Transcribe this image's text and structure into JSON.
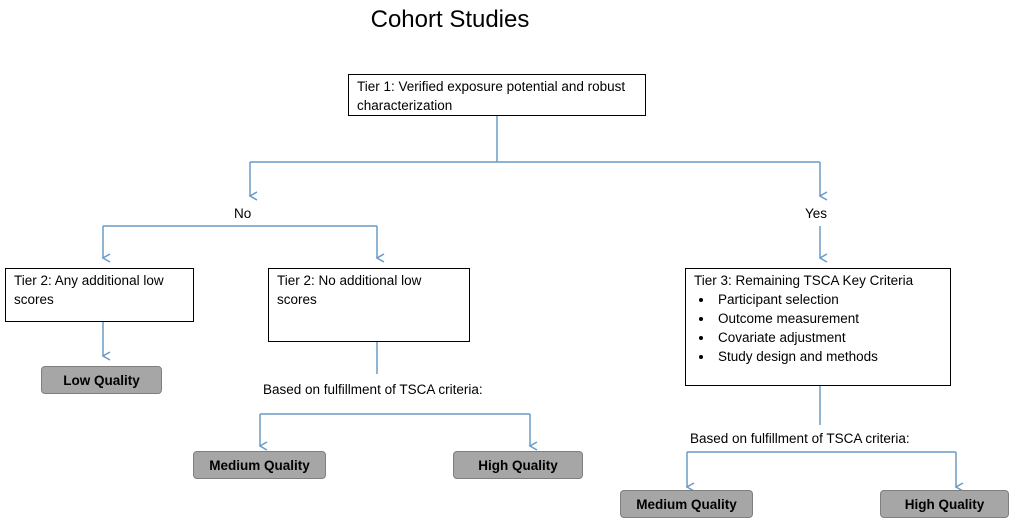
{
  "title": "Cohort Studies",
  "tier1": "Tier 1:  Verified exposure potential and robust characterization",
  "branch_no": "No",
  "branch_yes": "Yes",
  "tier2_low": "Tier 2:  Any additional low scores",
  "tier2_none": "Tier 2:  No additional low scores",
  "tier3": {
    "heading": "Tier 3:  Remaining TSCA Key Criteria",
    "items": [
      "Participant selection",
      "Outcome measurement",
      "Covariate adjustment",
      "Study design and methods"
    ]
  },
  "criteria_left": "Based on fulfillment of TSCA criteria:",
  "criteria_right": "Based on fulfillment of TSCA criteria:",
  "outcomes": {
    "low": "Low Quality",
    "medium_left": "Medium Quality",
    "high_left": "High Quality",
    "medium_right": "Medium Quality",
    "high_right": "High Quality"
  },
  "colors": {
    "connector": "#6a9ac6",
    "outcome_fill": "#a6a6a6"
  }
}
